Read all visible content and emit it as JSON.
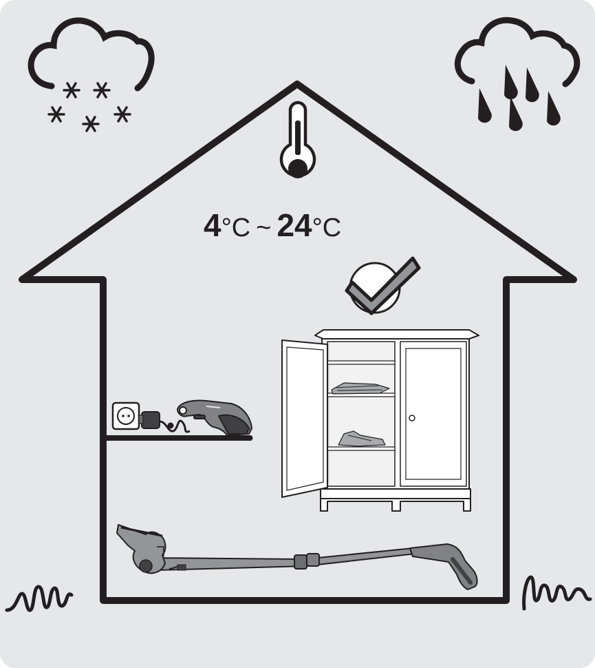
{
  "illustration": {
    "temperature_min": "4",
    "temperature_max": "24",
    "unit": "°C",
    "separator": "~",
    "colors": {
      "background": "#e6e7e8",
      "outline": "#231f20",
      "check": "#939598",
      "tool_gray": "#808285"
    },
    "icons": [
      "snow-cloud-icon",
      "rain-cloud-icon",
      "thermometer-icon",
      "checkmark-icon",
      "power-socket-icon"
    ]
  }
}
